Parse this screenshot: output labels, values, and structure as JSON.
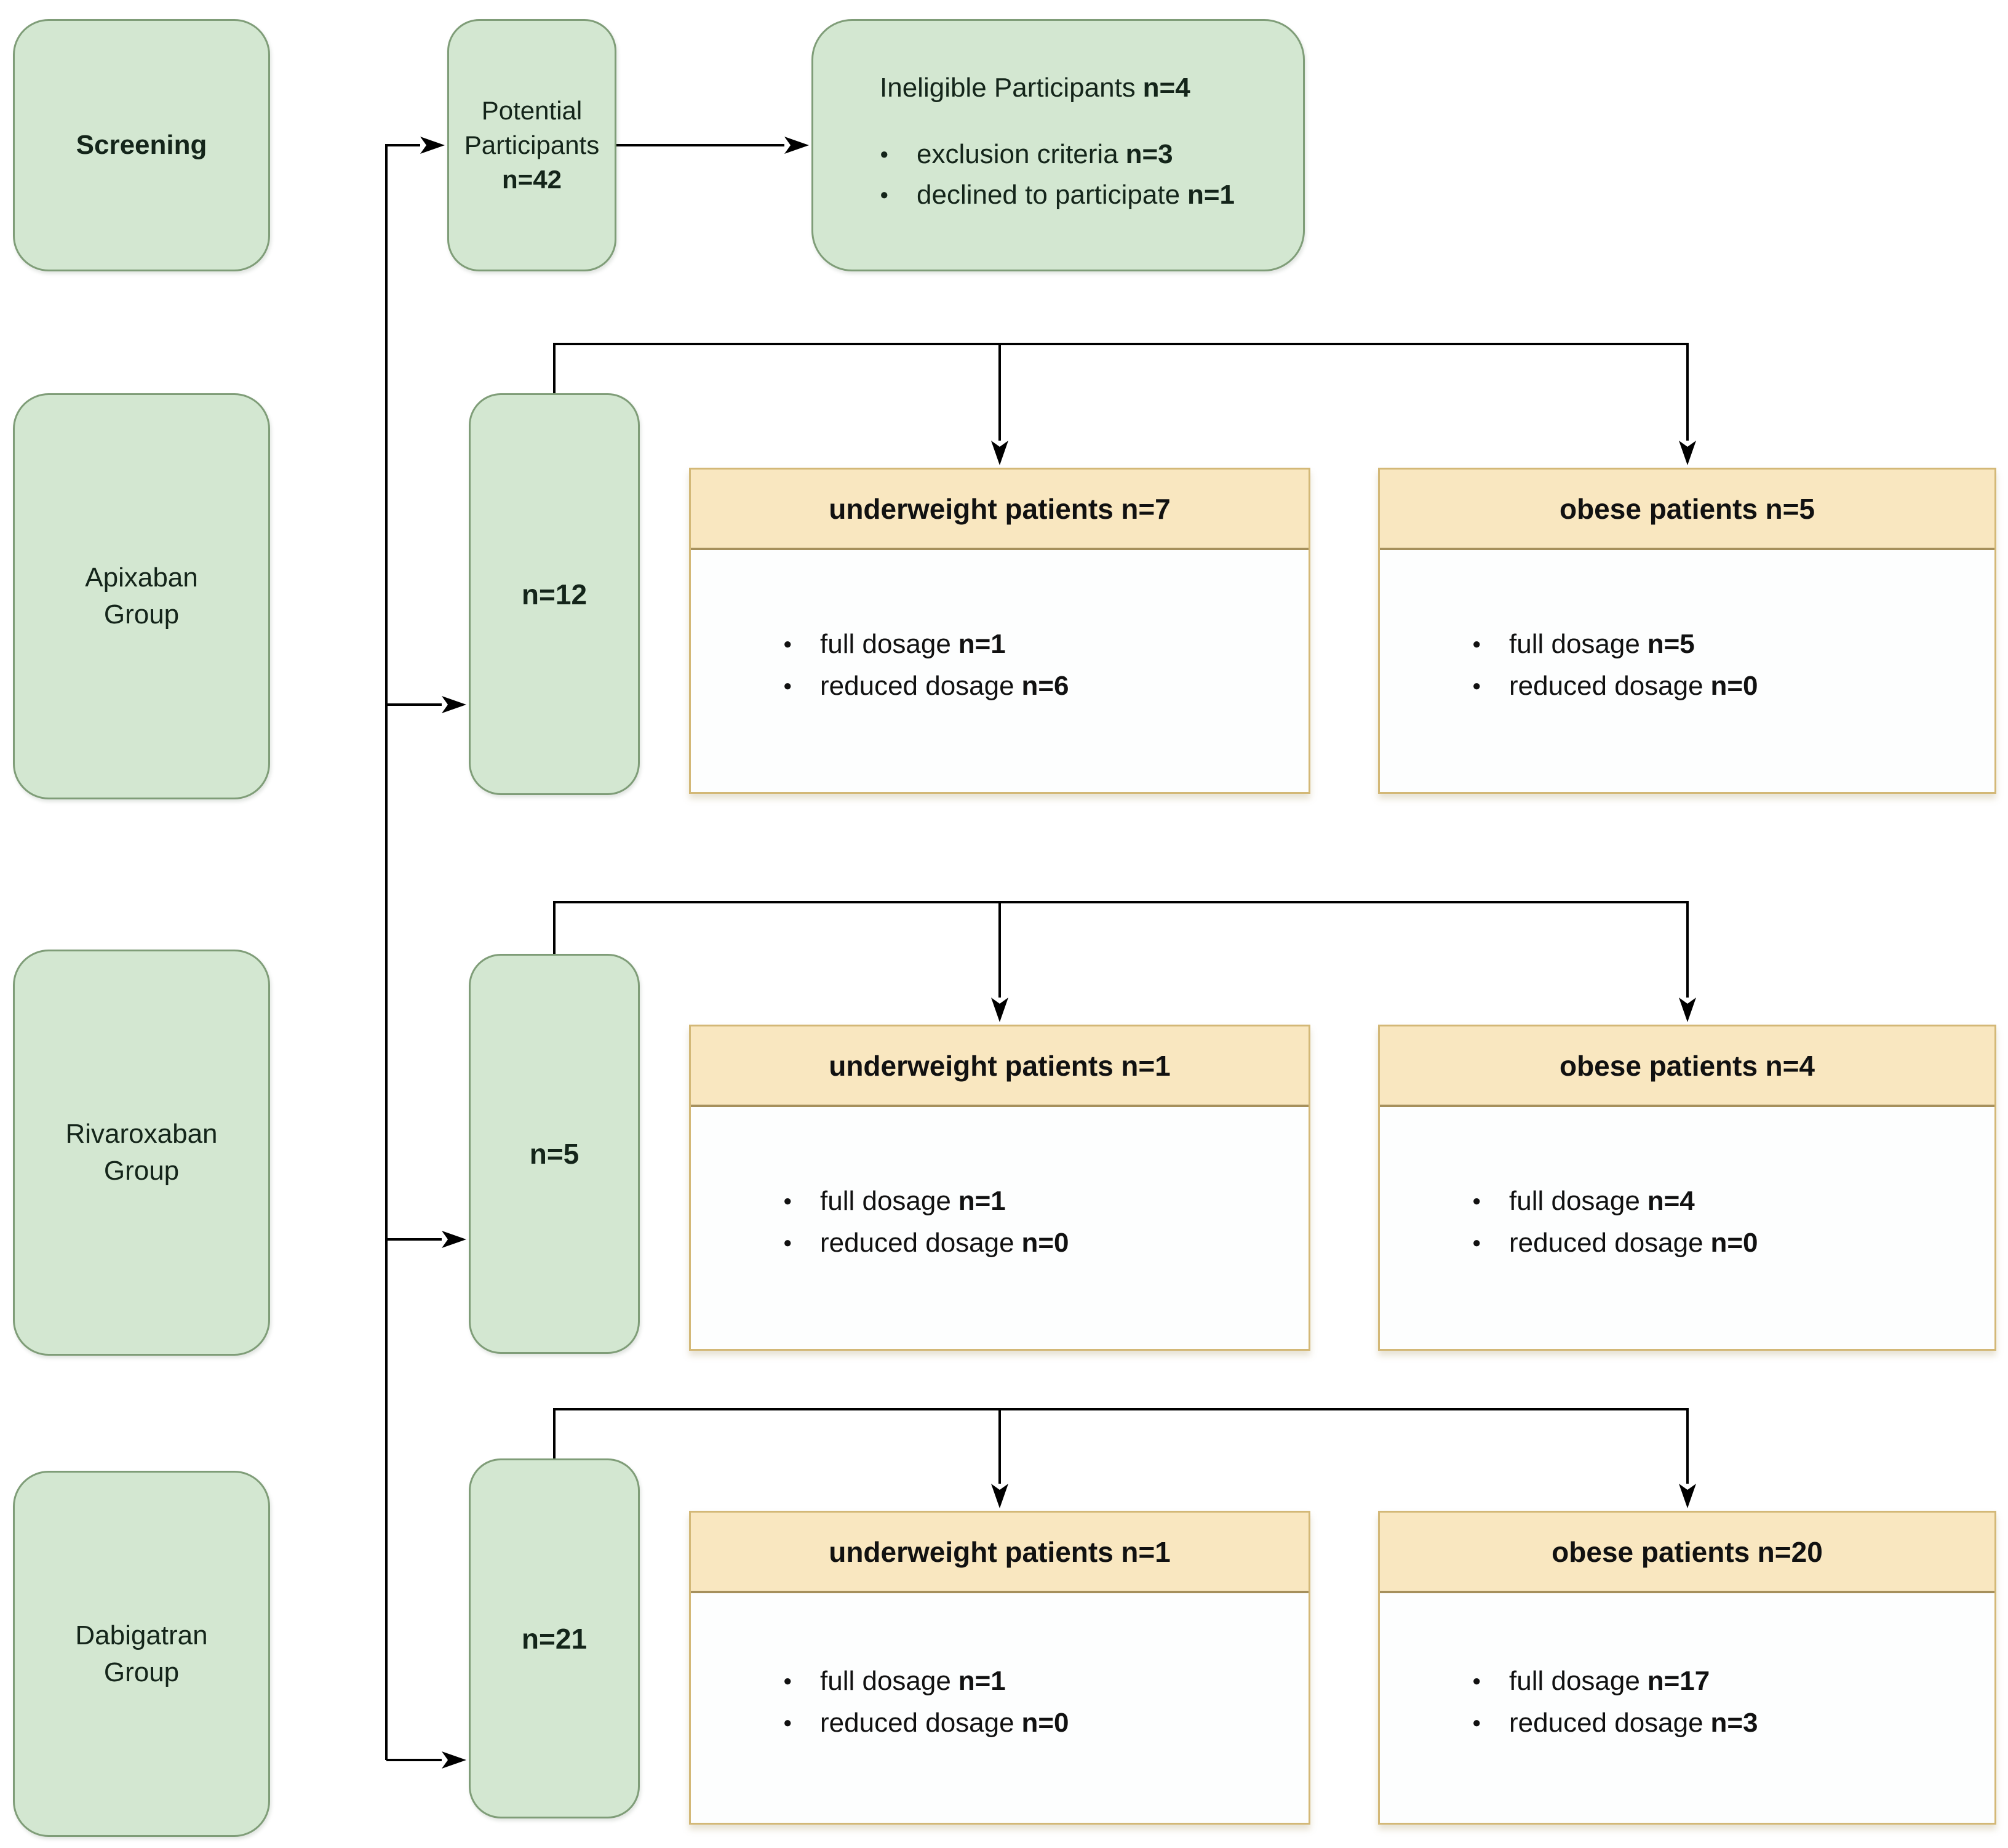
{
  "palette": {
    "green_fill": "#d3e7d1",
    "green_stroke": "#7f9d78",
    "yellow_fill": "#f9e7c0",
    "yellow_stroke": "#d3b877",
    "line_color": "#000000",
    "background": "#ffffff"
  },
  "screening_row": {
    "stage_label": "Screening",
    "potential": {
      "line1": "Potential",
      "line2": "Participants",
      "n": "n=42"
    },
    "ineligible": {
      "title": "Ineligible Participants",
      "n": "n=4",
      "bullets": [
        {
          "label": "exclusion criteria",
          "n": "n=3"
        },
        {
          "label": "declined to participate",
          "n": "n=1"
        }
      ]
    }
  },
  "groups": [
    {
      "stage_line1": "Apixaban",
      "stage_line2": "Group",
      "n": "n=12",
      "underweight": {
        "title": "underweight patients",
        "n": "n=7",
        "bullets": [
          {
            "label": "full dosage",
            "n": "n=1"
          },
          {
            "label": "reduced dosage",
            "n": "n=6"
          }
        ]
      },
      "obese": {
        "title": "obese patients",
        "n": "n=5",
        "bullets": [
          {
            "label": "full dosage",
            "n": "n=5"
          },
          {
            "label": "reduced dosage",
            "n": "n=0"
          }
        ]
      }
    },
    {
      "stage_line1": "Rivaroxaban",
      "stage_line2": "Group",
      "n": "n=5",
      "underweight": {
        "title": "underweight patients",
        "n": "n=1",
        "bullets": [
          {
            "label": "full dosage",
            "n": "n=1"
          },
          {
            "label": "reduced dosage",
            "n": "n=0"
          }
        ]
      },
      "obese": {
        "title": "obese patients",
        "n": "n=4",
        "bullets": [
          {
            "label": "full dosage",
            "n": "n=4"
          },
          {
            "label": "reduced dosage",
            "n": "n=0"
          }
        ]
      }
    },
    {
      "stage_line1": "Dabigatran",
      "stage_line2": "Group",
      "n": "n=21",
      "underweight": {
        "title": "underweight patients",
        "n": "n=1",
        "bullets": [
          {
            "label": "full dosage",
            "n": "n=1"
          },
          {
            "label": "reduced dosage",
            "n": "n=0"
          }
        ]
      },
      "obese": {
        "title": "obese patients",
        "n": "n=20",
        "bullets": [
          {
            "label": "full dosage",
            "n": "n=17"
          },
          {
            "label": "reduced dosage",
            "n": "n=3"
          }
        ]
      }
    }
  ]
}
